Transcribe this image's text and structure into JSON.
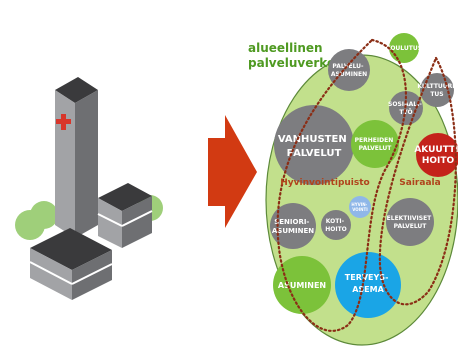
{
  "network_title": [
    "alueellinen",
    "palveluverkosto"
  ],
  "zones": {
    "wellbeing_park": "Hyvinvointipuisto",
    "hospital": "Sairaala"
  },
  "services": {
    "koulutus": [
      "KOULUTUS"
    ],
    "palveluasuminen": [
      "PALVELU-",
      "ASUMINEN"
    ],
    "kulttuuri": [
      "KULTTUURI",
      "TUS"
    ],
    "sosiaalityo": [
      "SOSIAALI-",
      "TYÖ"
    ],
    "vanhusten_palvelut": [
      "VANHUSTEN",
      "PALVELUT"
    ],
    "perheiden_palvelut": [
      "PERHEIDEN",
      "PALVELUT"
    ],
    "akuuttihoito": [
      "AKUUTTI",
      "HOITO"
    ],
    "hyvinvointi": [
      "HYVIN-",
      "VOINTI"
    ],
    "seniori_asuminen": [
      "SENIORI-",
      "ASUMINEN"
    ],
    "kotihoito": [
      "KOTI-",
      "HOITO"
    ],
    "elektiiviset_palvelut": [
      "ELEKTIIVISET",
      "PALVELUT"
    ],
    "terveysasema": [
      "TERVEYS-",
      "ASEMA"
    ],
    "asuminen": [
      "ASUMINEN"
    ]
  },
  "colors": {
    "arrow": "#d23a12",
    "ellipse": "#c2e08c",
    "gray_circle": "#7d7d80",
    "green_circle": "#7cc23a",
    "red_circle": "#c4221a",
    "blue_circle": "#1aa5e6",
    "dotted_outline": "#8b2e16",
    "building": "#8a8b8d",
    "cross": "#d8352a",
    "tree": "#9fcf7a"
  }
}
